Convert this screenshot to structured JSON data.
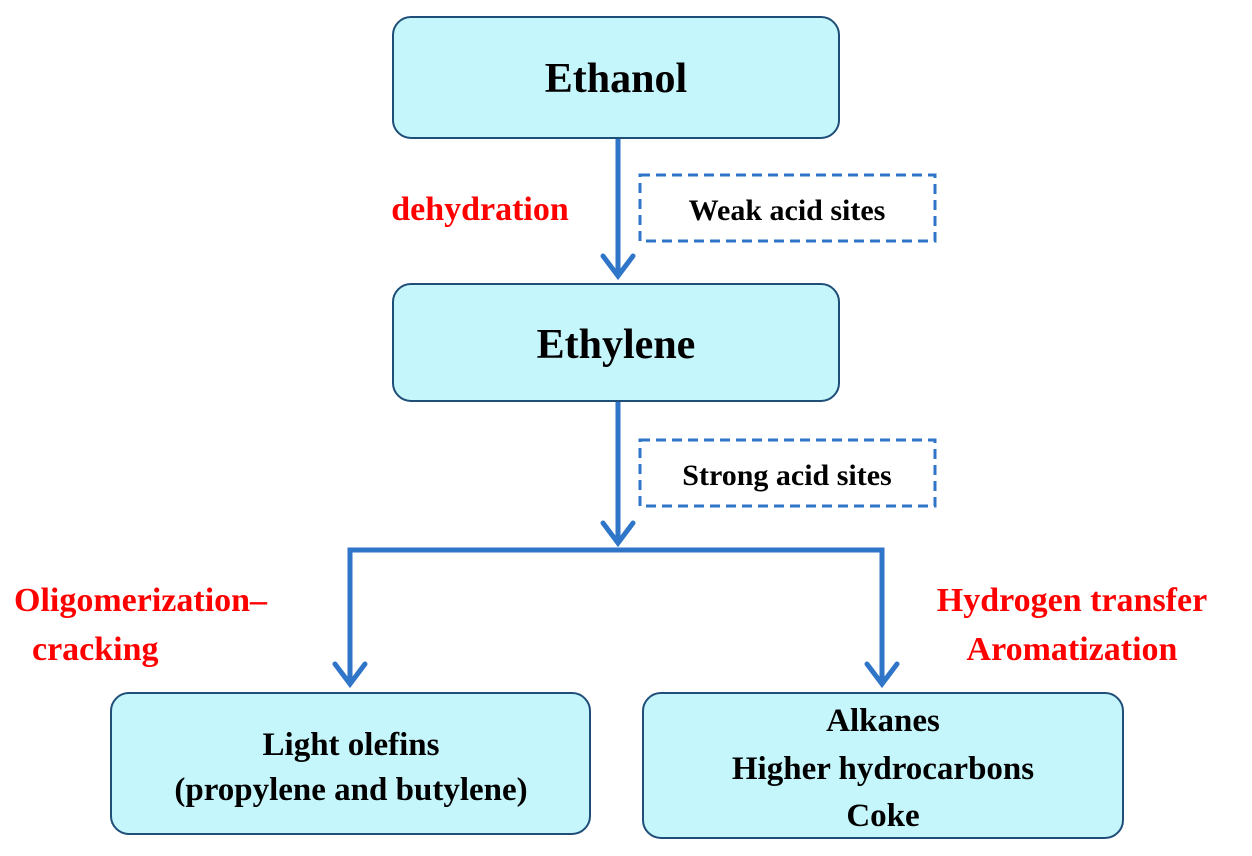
{
  "nodes": {
    "ethanol": "Ethanol",
    "ethylene": "Ethylene",
    "light_olefins": [
      "Light olefins",
      "(propylene and butylene)"
    ],
    "products": [
      "Alkanes",
      "Higher hydrocarbons",
      "Coke"
    ]
  },
  "site_labels": {
    "weak": "Weak acid sites",
    "strong": "Strong acid sites"
  },
  "process_labels": {
    "dehydration": "dehydration",
    "oligomerization": [
      "Oligomerization–",
      "cracking"
    ],
    "hydrogen_transfer": [
      "Hydrogen transfer",
      "Aromatization"
    ]
  },
  "colors": {
    "box_fill": "#c5f6fb",
    "box_stroke": "#1f4e79",
    "arrow": "#2f75c8",
    "dashed_border": "#2f75c8",
    "process_text": "#ff0000"
  }
}
